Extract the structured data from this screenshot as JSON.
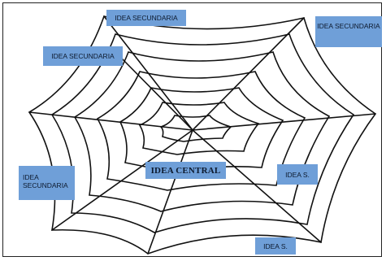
{
  "nodes": {
    "central": "IDEA CENTRAL",
    "top_left": "IDEA SECUNDARIA",
    "upper_left": "IDEA SECUNDARIA",
    "top_right": "IDEA SECUNDARIA",
    "left_line1": "IDEA",
    "left_line2": "SECUNDARIA",
    "right_small": "IDEA S.",
    "bottom_small": "IDEA S."
  },
  "colors": {
    "box_fill": "#6f9fd8",
    "web_stroke": "#111111"
  }
}
